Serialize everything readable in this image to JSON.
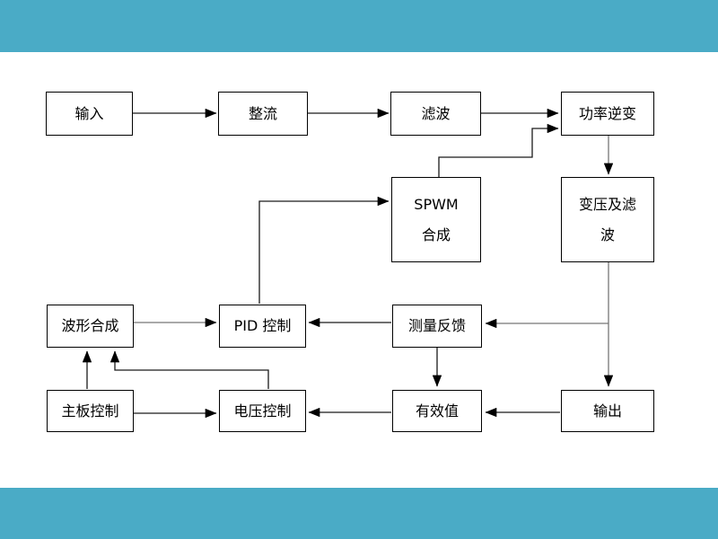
{
  "slide": {
    "type": "presentation-slide-flowchart",
    "background": "#FFFFFF"
  },
  "colors": {
    "banner_teal": "#4AABC6",
    "connector_black": "#1A1A1A",
    "connector_gray": "#767676",
    "box_border": "#000000",
    "box_fill": "#FFFFFF",
    "text": "#000000"
  },
  "diagram": {
    "nodes": {
      "input": {
        "label": "输入"
      },
      "rectifier": {
        "label": "整流"
      },
      "filter": {
        "label": "滤波"
      },
      "inverter": {
        "label": "功率逆变"
      },
      "spwm": {
        "line1": "SPWM",
        "line2": "合成"
      },
      "transformer": {
        "line1": "变压及滤",
        "line2": "波"
      },
      "waveform": {
        "label": "波形合成"
      },
      "pid": {
        "label": "PID 控制"
      },
      "feedback": {
        "label": "测量反馈"
      },
      "mainboard": {
        "label": "主板控制"
      },
      "voltage": {
        "label": "电压控制"
      },
      "rms": {
        "label": "有效值"
      },
      "output": {
        "label": "输出"
      }
    },
    "edges": [
      {
        "from": "input",
        "to": "rectifier"
      },
      {
        "from": "rectifier",
        "to": "filter"
      },
      {
        "from": "filter",
        "to": "inverter"
      },
      {
        "from": "spwm",
        "to": "inverter"
      },
      {
        "from": "inverter",
        "to": "transformer"
      },
      {
        "from": "transformer",
        "to": "output"
      },
      {
        "from": "transformer",
        "to": "feedback"
      },
      {
        "from": "feedback",
        "to": "pid"
      },
      {
        "from": "feedback",
        "to": "rms"
      },
      {
        "from": "output",
        "to": "rms"
      },
      {
        "from": "rms",
        "to": "voltage"
      },
      {
        "from": "waveform",
        "to": "pid"
      },
      {
        "from": "pid",
        "to": "spwm"
      },
      {
        "from": "mainboard",
        "to": "voltage"
      },
      {
        "from": "mainboard",
        "to": "waveform"
      },
      {
        "from": "voltage",
        "to": "waveform"
      }
    ]
  }
}
